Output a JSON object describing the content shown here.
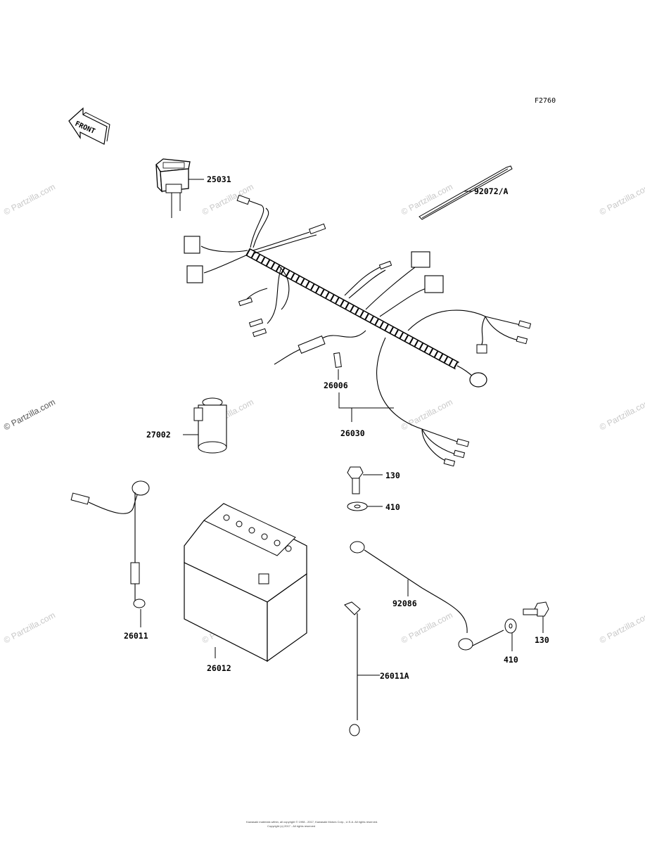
{
  "figure_code": "F2760",
  "front_label": "FRONT",
  "watermark": "© Partzilla.com",
  "copyright": [
    "Kawasaki materials within, all copyright © 1998 - 2017, Kawasaki Motors Corp., U.S.A. All rights reserved.",
    "Copyright (c) 2017 - All rights reserved"
  ],
  "callouts": {
    "p25031": "25031",
    "p92072a": "92072/A",
    "p26006": "26006",
    "p26030": "26030",
    "p27002": "27002",
    "p130_top": "130",
    "p410_top": "410",
    "p92086": "92086",
    "p130_bottom": "130",
    "p410_bottom": "410",
    "p26011": "26011",
    "p26012": "26012",
    "p26011a": "26011A"
  }
}
